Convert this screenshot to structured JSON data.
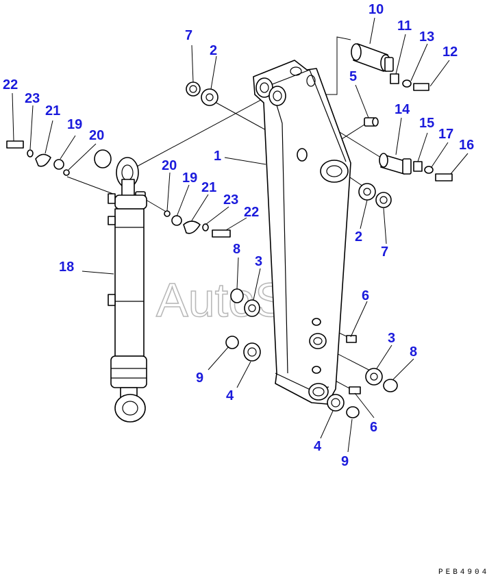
{
  "drawing": {
    "reference_code": "PEB4904",
    "watermark": "AutoSoft"
  },
  "callouts": [
    {
      "id": "c-10",
      "label": "10"
    },
    {
      "id": "c-11",
      "label": "11"
    },
    {
      "id": "c-13",
      "label": "13"
    },
    {
      "id": "c-12",
      "label": "12"
    },
    {
      "id": "c-7a",
      "label": "7"
    },
    {
      "id": "c-2a",
      "label": "2"
    },
    {
      "id": "c-5",
      "label": "5"
    },
    {
      "id": "c-14",
      "label": "14"
    },
    {
      "id": "c-15",
      "label": "15"
    },
    {
      "id": "c-17",
      "label": "17"
    },
    {
      "id": "c-16",
      "label": "16"
    },
    {
      "id": "c-22a",
      "label": "22"
    },
    {
      "id": "c-23a",
      "label": "23"
    },
    {
      "id": "c-21a",
      "label": "21"
    },
    {
      "id": "c-19a",
      "label": "19"
    },
    {
      "id": "c-20a",
      "label": "20"
    },
    {
      "id": "c-1",
      "label": "1"
    },
    {
      "id": "c-20b",
      "label": "20"
    },
    {
      "id": "c-19b",
      "label": "19"
    },
    {
      "id": "c-21b",
      "label": "21"
    },
    {
      "id": "c-23b",
      "label": "23"
    },
    {
      "id": "c-22b",
      "label": "22"
    },
    {
      "id": "c-2b",
      "label": "2"
    },
    {
      "id": "c-7b",
      "label": "7"
    },
    {
      "id": "c-18",
      "label": "18"
    },
    {
      "id": "c-8a",
      "label": "8"
    },
    {
      "id": "c-3a",
      "label": "3"
    },
    {
      "id": "c-6a",
      "label": "6"
    },
    {
      "id": "c-3b",
      "label": "3"
    },
    {
      "id": "c-8b",
      "label": "8"
    },
    {
      "id": "c-9a",
      "label": "9"
    },
    {
      "id": "c-4a",
      "label": "4"
    },
    {
      "id": "c-6b",
      "label": "6"
    },
    {
      "id": "c-4b",
      "label": "4"
    },
    {
      "id": "c-9b",
      "label": "9"
    }
  ]
}
